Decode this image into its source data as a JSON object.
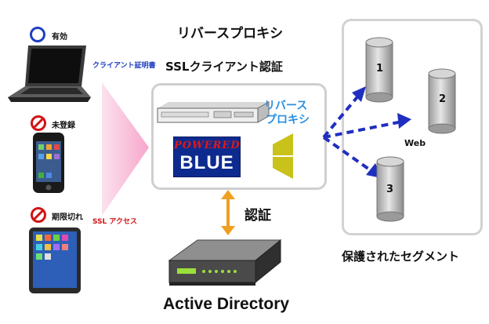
{
  "header": {
    "title": "リバースプロキシ",
    "subtitle": "SSLクライアント認証"
  },
  "clients": {
    "status_valid": "有効",
    "status_unregistered": "未登録",
    "status_expired": "期限切れ",
    "cert_label": "クライアント証明書",
    "ssl_access_label": "SSL アクセス"
  },
  "proxy": {
    "label_line1": "リバース",
    "label_line2": "プロキシ",
    "logo_top": "POWERED",
    "logo_bottom": "BLUE"
  },
  "auth": {
    "label": "認証"
  },
  "directory": {
    "label": "Active Directory"
  },
  "segment": {
    "label": "保護されたセグメント",
    "web_label": "Web",
    "servers": [
      "1",
      "2",
      "3"
    ]
  },
  "colors": {
    "arrow_blue": "#1f2fbf",
    "proxy_text_blue": "#2a8fe0",
    "valid_circle": "#1f3fbf",
    "blocked_red": "#d01414",
    "auth_arrow": "#f0a020",
    "logo_bg": "#0d2b8f",
    "logo_red": "#e01818",
    "shield_yellow": "#c9c21a"
  }
}
